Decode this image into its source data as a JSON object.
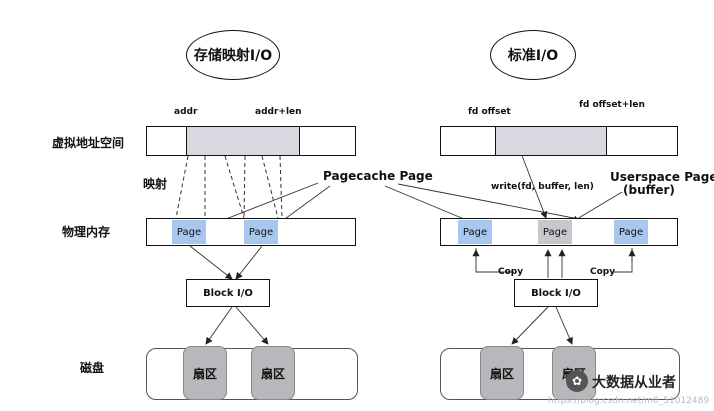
{
  "left": {
    "title": "存储映射I/O",
    "addr_label": "addr",
    "addr_len_label": "addr+len",
    "map_label": "映射"
  },
  "right": {
    "title": "标准I/O",
    "fd_offset_label": "fd offset",
    "fd_offset_len_label": "fd offset+len",
    "write_label": "write(fd, buffer, len)"
  },
  "rows": {
    "virtual": "虚拟地址空间",
    "physical": "物理内存",
    "disk": "磁盘"
  },
  "annotations": {
    "pagecache": "Pagecache Page",
    "userspace_line1": "Userspace Page",
    "userspace_line2": "(buffer)",
    "copy": "Copy"
  },
  "page_label": "Page",
  "block_io_label": "Block I/O",
  "sector_label": "扇区",
  "watermark": {
    "brand": "大数据从业者",
    "url": "https://blog.csdn.net/m0_51012489"
  },
  "colors": {
    "page_blue": "#a9c6ee",
    "page_grey": "#c8c8cc",
    "mapped_region": "#d9d8e0",
    "sector_grey": "#b8b8bc"
  }
}
